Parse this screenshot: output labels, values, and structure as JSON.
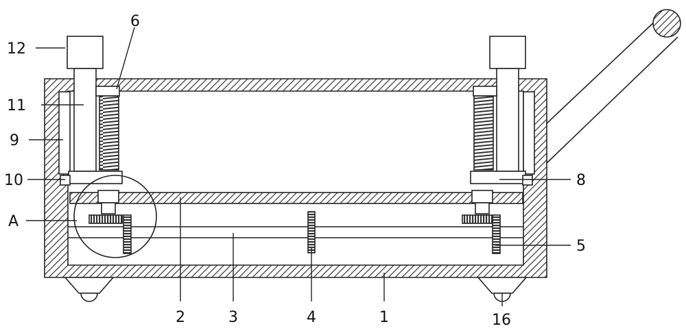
{
  "labels": {
    "l1": "1",
    "l2": "2",
    "l3": "3",
    "l4": "4",
    "l5": "5",
    "l6": "6",
    "l8": "8",
    "l9": "9",
    "l10": "10",
    "l11": "11",
    "l12": "12",
    "lA": "A",
    "l16": "16"
  },
  "colors": {
    "line": "#222222",
    "hatch": "#333333",
    "background": "#ffffff"
  }
}
